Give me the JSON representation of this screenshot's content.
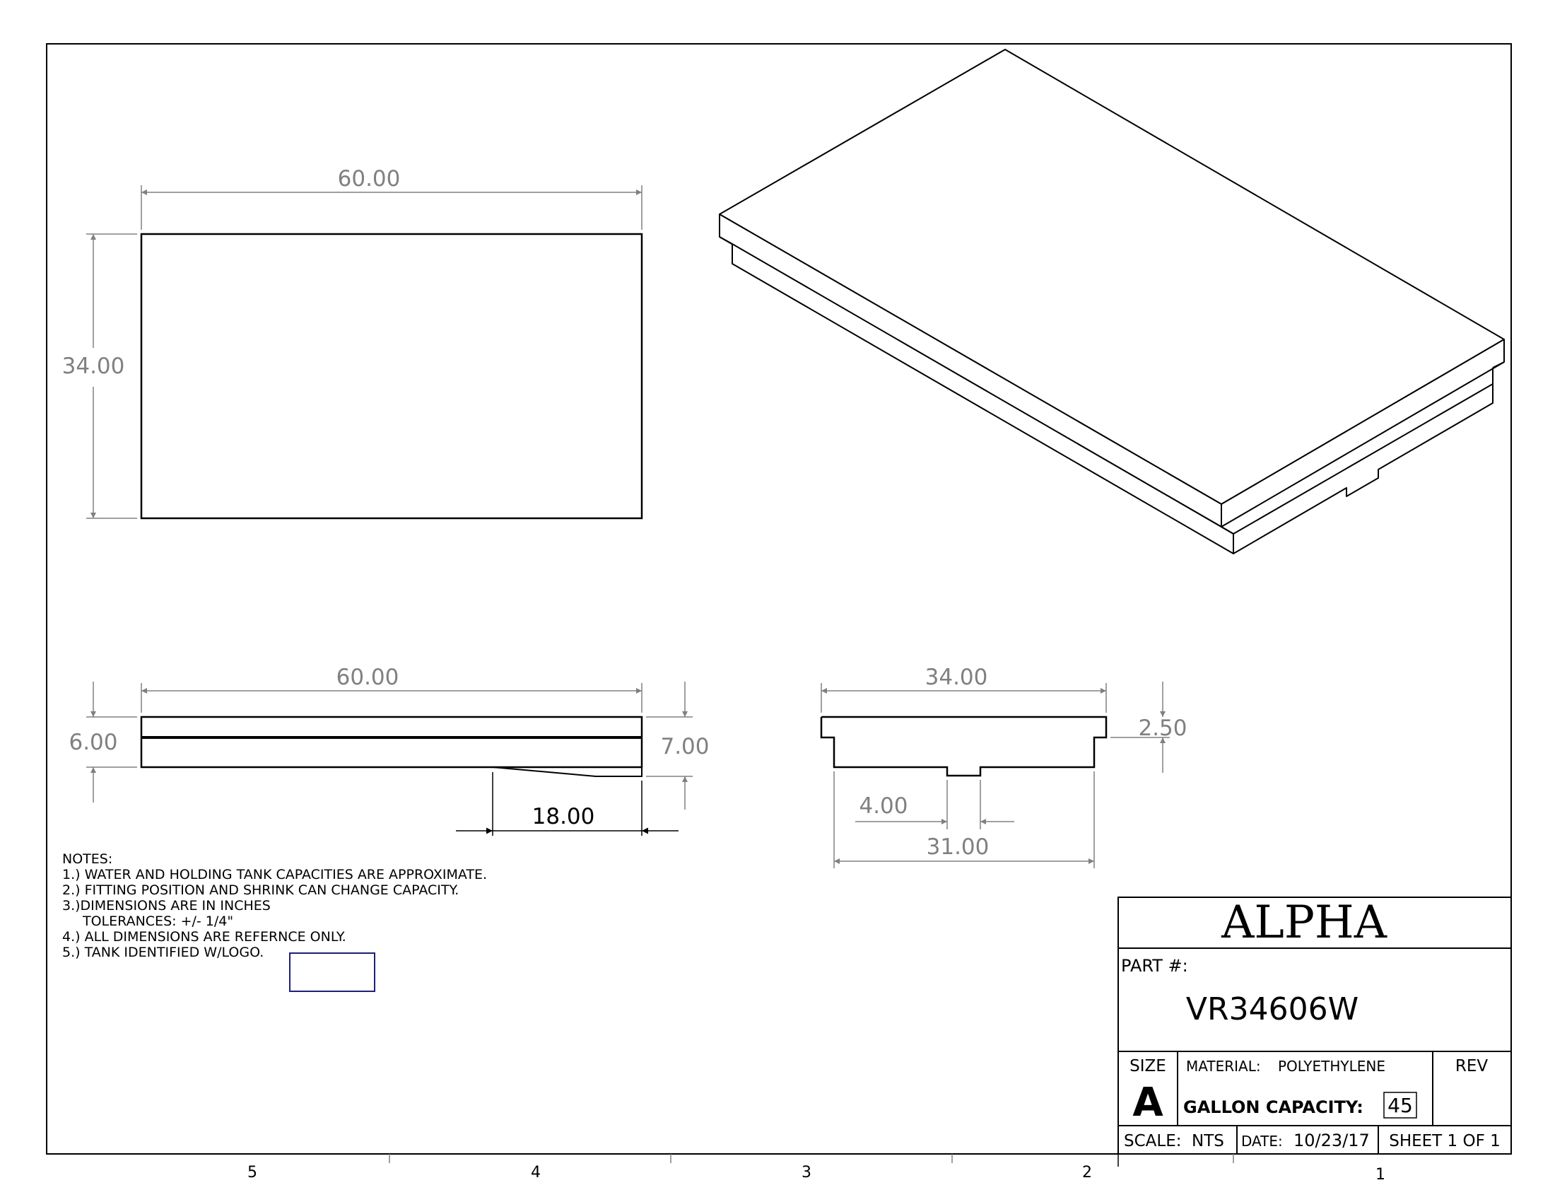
{
  "views": {
    "top": {
      "width_dim": "60.00",
      "height_dim": "34.00"
    },
    "front": {
      "width_dim": "60.00",
      "height_left": "6.00",
      "height_right": "7.00",
      "taper_dim": "18.00"
    },
    "side": {
      "width_dim": "34.00",
      "step_dim": "2.50",
      "notch_dim": "4.00",
      "bottom_dim": "31.00"
    }
  },
  "notes": {
    "heading": "NOTES:",
    "lines": [
      "1.) WATER AND HOLDING TANK CAPACITIES ARE APPROXIMATE.",
      "2.) FITTING POSITION AND SHRINK CAN CHANGE CAPACITY.",
      "3.)DIMENSIONS ARE IN INCHES",
      "TOLERANCES: +/- 1/4\"",
      "4.) ALL DIMENSIONS ARE REFERNCE ONLY.",
      "5.) TANK IDENTIFIED W/LOGO."
    ]
  },
  "title_block": {
    "company": "ALPHA",
    "part_label": "PART #:",
    "part_number": "VR34606W",
    "size_label": "SIZE",
    "size_value": "A",
    "material_label": "MATERIAL:",
    "material_value": "POLYETHYLENE",
    "rev_label": "REV",
    "capacity_label": "GALLON CAPACITY:",
    "capacity_value": "45",
    "scale_label": "SCALE:",
    "scale_value": "NTS",
    "date_label": "DATE:",
    "date_value": "10/23/17",
    "sheet_label": "SHEET 1 OF 1"
  },
  "zones": [
    "5",
    "4",
    "3",
    "2",
    "1"
  ],
  "colors": {
    "line": "#000000",
    "dimension": "#808080",
    "logo_box": "#1f1f7a"
  }
}
